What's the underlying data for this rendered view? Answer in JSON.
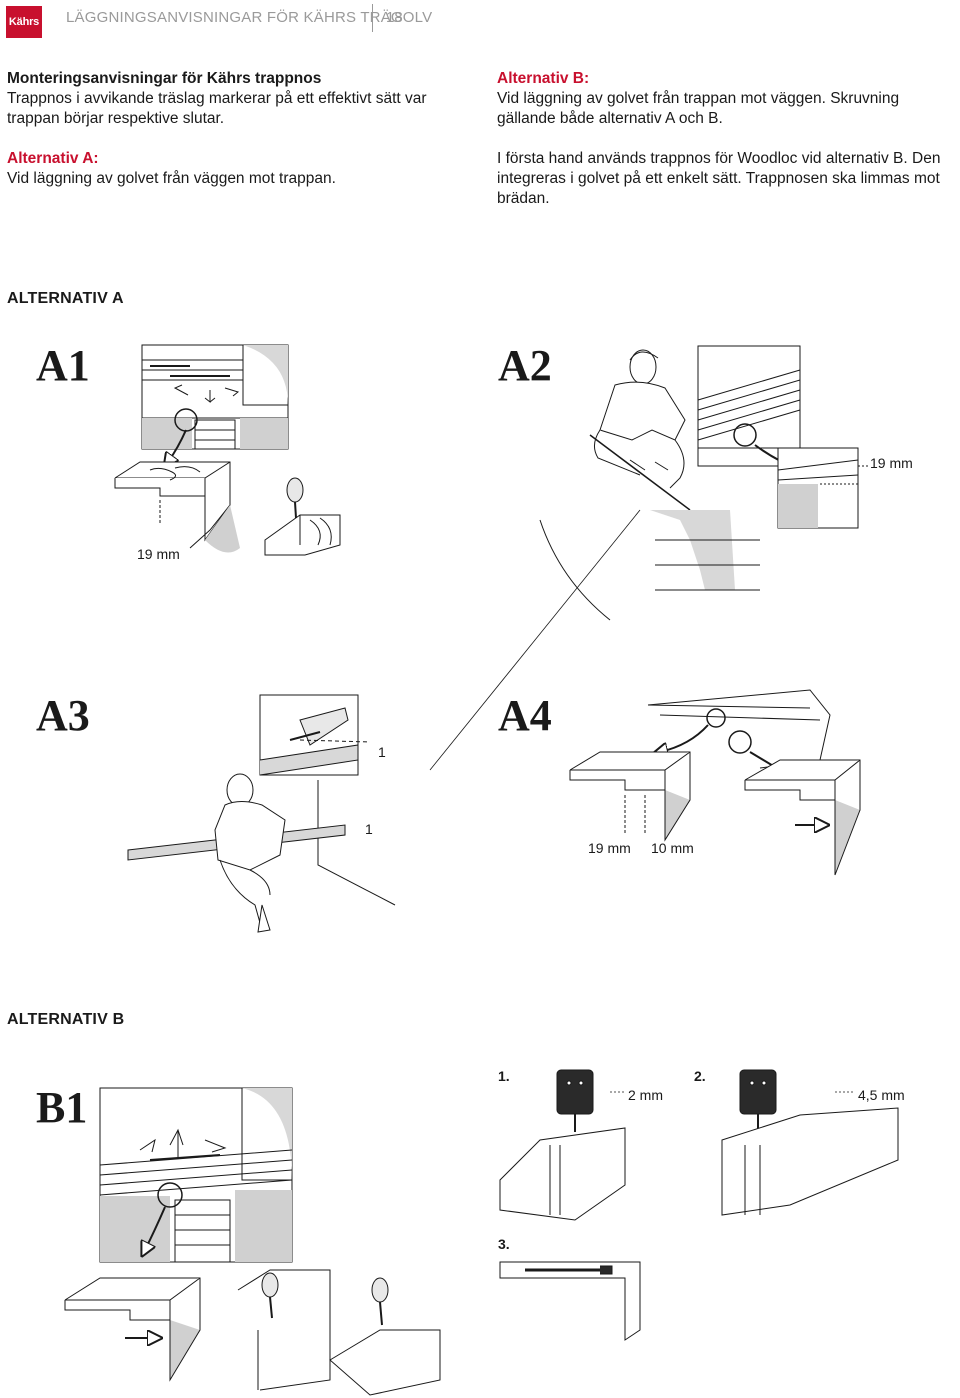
{
  "header": {
    "logo": "Kährs",
    "title": "LÄGGNINGSANVISNINGAR FÖR KÄHRS TRÄGOLV",
    "page_number": "18"
  },
  "intro": {
    "heading": "Monteringsanvisningar för Kährs trappnos",
    "body": "Trappnos i avvikande träslag markerar på ett effektivt sätt var trappan börjar respektive slutar.",
    "alt_a_title": "Alternativ A:",
    "alt_a_body": "Vid läggning av golvet från väggen mot trappan.",
    "alt_b_title": "Alternativ B:",
    "alt_b_body": "Vid läggning av golvet från trappan mot väggen. Skruvning gällande både alternativ A och B.",
    "alt_b_note": "I första hand används trappnos för Woodloc vid alternativ B. Den integreras i golvet på ett enkelt sätt. Trappnosen ska limmas mot brädan."
  },
  "section_a": {
    "title": "ALTERNATIV A",
    "steps": [
      "A1",
      "A2",
      "A3",
      "A4"
    ],
    "dims": {
      "a1": "19 mm",
      "a2": "19 mm",
      "a3_mark_1": "1",
      "a3_mark_2": "1",
      "a4_left": "19 mm",
      "a4_right": "10 mm"
    }
  },
  "section_b": {
    "title": "ALTERNATIV B",
    "step": "B1",
    "sub_steps": [
      "1.",
      "2.",
      "3."
    ],
    "dims": {
      "step1": "2 mm",
      "step2": "4,5 mm"
    }
  },
  "icons": [
    "kahrs-logo",
    "arrow-icon",
    "drill-icon",
    "saw-icon",
    "screw-icon",
    "glue-bottle-icon"
  ],
  "colors": {
    "brand": "#c8102e",
    "gray_fill": "#d0d0d0",
    "line": "#1a1a1a"
  }
}
